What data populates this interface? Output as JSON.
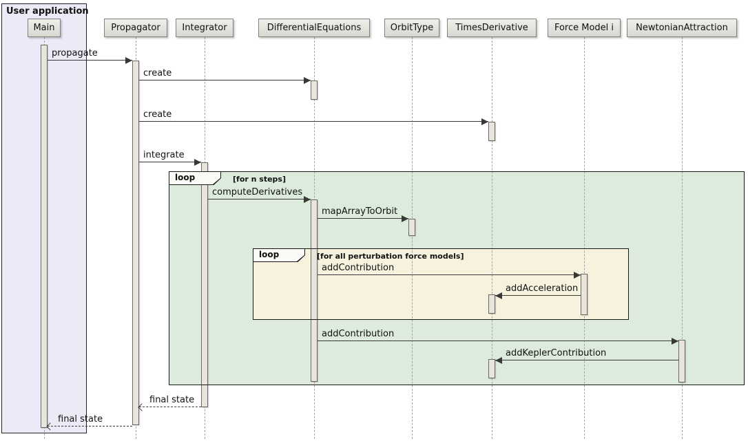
{
  "diagram": {
    "frame_title": "User application",
    "participants": [
      {
        "name": "Main"
      },
      {
        "name": "Propagator"
      },
      {
        "name": "Integrator"
      },
      {
        "name": "DifferentialEquations"
      },
      {
        "name": "OrbitType"
      },
      {
        "name": "TimesDerivative"
      },
      {
        "name": "Force Model i"
      },
      {
        "name": "NewtonianAttraction"
      }
    ],
    "loops": [
      {
        "operator": "loop",
        "guard": "[for n steps]"
      },
      {
        "operator": "loop",
        "guard": "[for all perturbation force models]"
      }
    ],
    "messages": [
      {
        "label": "propagate",
        "from": "Main",
        "to": "Propagator",
        "kind": "sync"
      },
      {
        "label": "create",
        "from": "Propagator",
        "to": "DifferentialEquations",
        "kind": "sync"
      },
      {
        "label": "create",
        "from": "Propagator",
        "to": "TimesDerivative",
        "kind": "sync"
      },
      {
        "label": "integrate",
        "from": "Propagator",
        "to": "Integrator",
        "kind": "sync"
      },
      {
        "label": "computeDerivatives",
        "from": "Integrator",
        "to": "DifferentialEquations",
        "kind": "sync"
      },
      {
        "label": "mapArrayToOrbit",
        "from": "DifferentialEquations",
        "to": "OrbitType",
        "kind": "sync"
      },
      {
        "label": "addContribution",
        "from": "DifferentialEquations",
        "to": "Force Model i",
        "kind": "sync"
      },
      {
        "label": "addAcceleration",
        "from": "Force Model i",
        "to": "TimesDerivative",
        "kind": "sync"
      },
      {
        "label": "addContribution",
        "from": "DifferentialEquations",
        "to": "NewtonianAttraction",
        "kind": "sync"
      },
      {
        "label": "addKeplerContribution",
        "from": "NewtonianAttraction",
        "to": "TimesDerivative",
        "kind": "sync"
      },
      {
        "label": "final state",
        "from": "Integrator",
        "to": "Propagator",
        "kind": "return"
      },
      {
        "label": "final state",
        "from": "Propagator",
        "to": "Main",
        "kind": "return"
      }
    ],
    "colors": {
      "frame_bg": "#ECEAF6",
      "loop_outer_bg": "#DDEBDD",
      "loop_inner_bg": "#F6F2DE",
      "participant_bg": "#E8E6DF",
      "arrow": "#383838"
    }
  }
}
